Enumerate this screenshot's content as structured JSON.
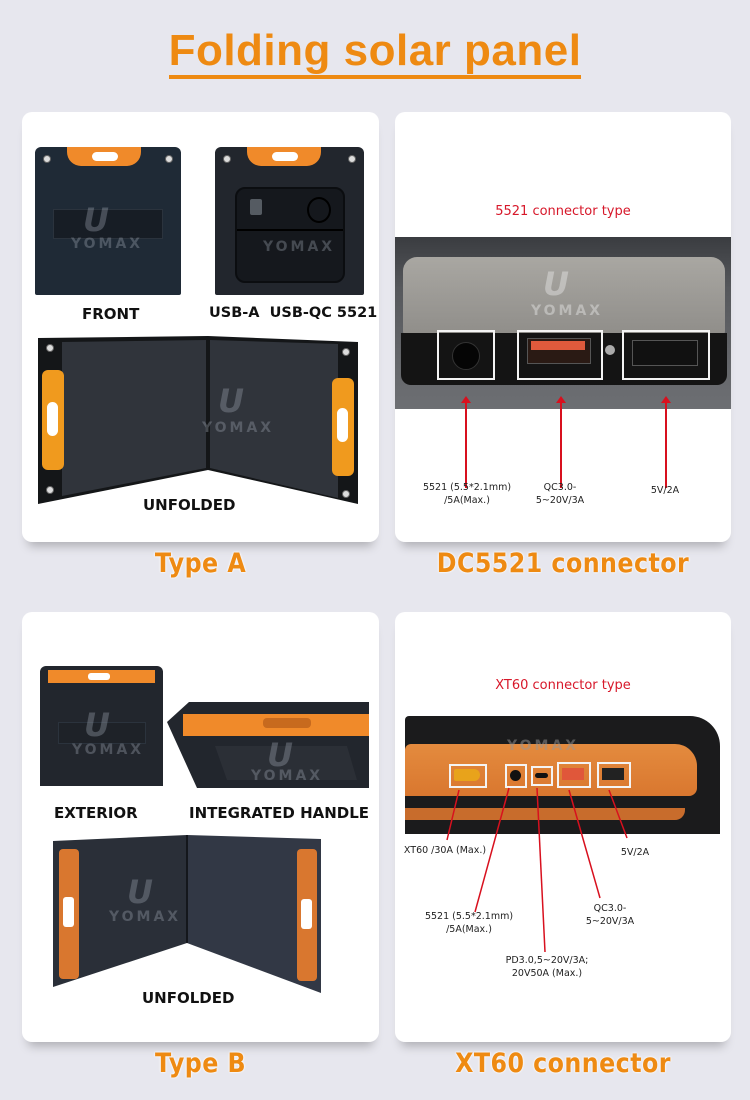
{
  "header": {
    "title": "Folding solar panel"
  },
  "colors": {
    "accent": "#ee8a12",
    "background": "#e7e7ee",
    "annotation_red": "#d7182a",
    "panel_dark": "#1f2a36",
    "handle_orange": "#f08a2a"
  },
  "type_a": {
    "caption": "Type A",
    "labels": {
      "front": "FRONT",
      "back": "USB-A  USB-QC 5521",
      "unfolded": "UNFOLDED"
    },
    "watermark": "YOMAX"
  },
  "dc5521": {
    "caption": "DC5521 connector",
    "heading": "5521 connector type",
    "watermark": "YOMAX",
    "ports": [
      {
        "line1": "5521 (5.5*2.1mm)",
        "line2": "/5A(Max.)"
      },
      {
        "line1": "QC3.0-",
        "line2": "5~20V/3A"
      },
      {
        "line1": "5V/2A",
        "line2": ""
      }
    ]
  },
  "type_b": {
    "caption": "Type B",
    "labels": {
      "exterior": "EXTERIOR",
      "handle": "INTEGRATED HANDLE",
      "unfolded": "UNFOLDED"
    },
    "watermark": "YOMAX"
  },
  "xt60": {
    "caption": "XT60 connector",
    "heading": "XT60 connector type",
    "watermark": "YOMAX",
    "ports": [
      {
        "line1": "XT60 /30A (Max.)",
        "line2": ""
      },
      {
        "line1": "5521 (5.5*2.1mm)",
        "line2": "/5A(Max.)"
      },
      {
        "line1": "PD3.0,5~20V/3A;",
        "line2": "20V50A (Max.)"
      },
      {
        "line1": "QC3.0-",
        "line2": "5~20V/3A"
      },
      {
        "line1": "5V/2A",
        "line2": ""
      }
    ]
  }
}
